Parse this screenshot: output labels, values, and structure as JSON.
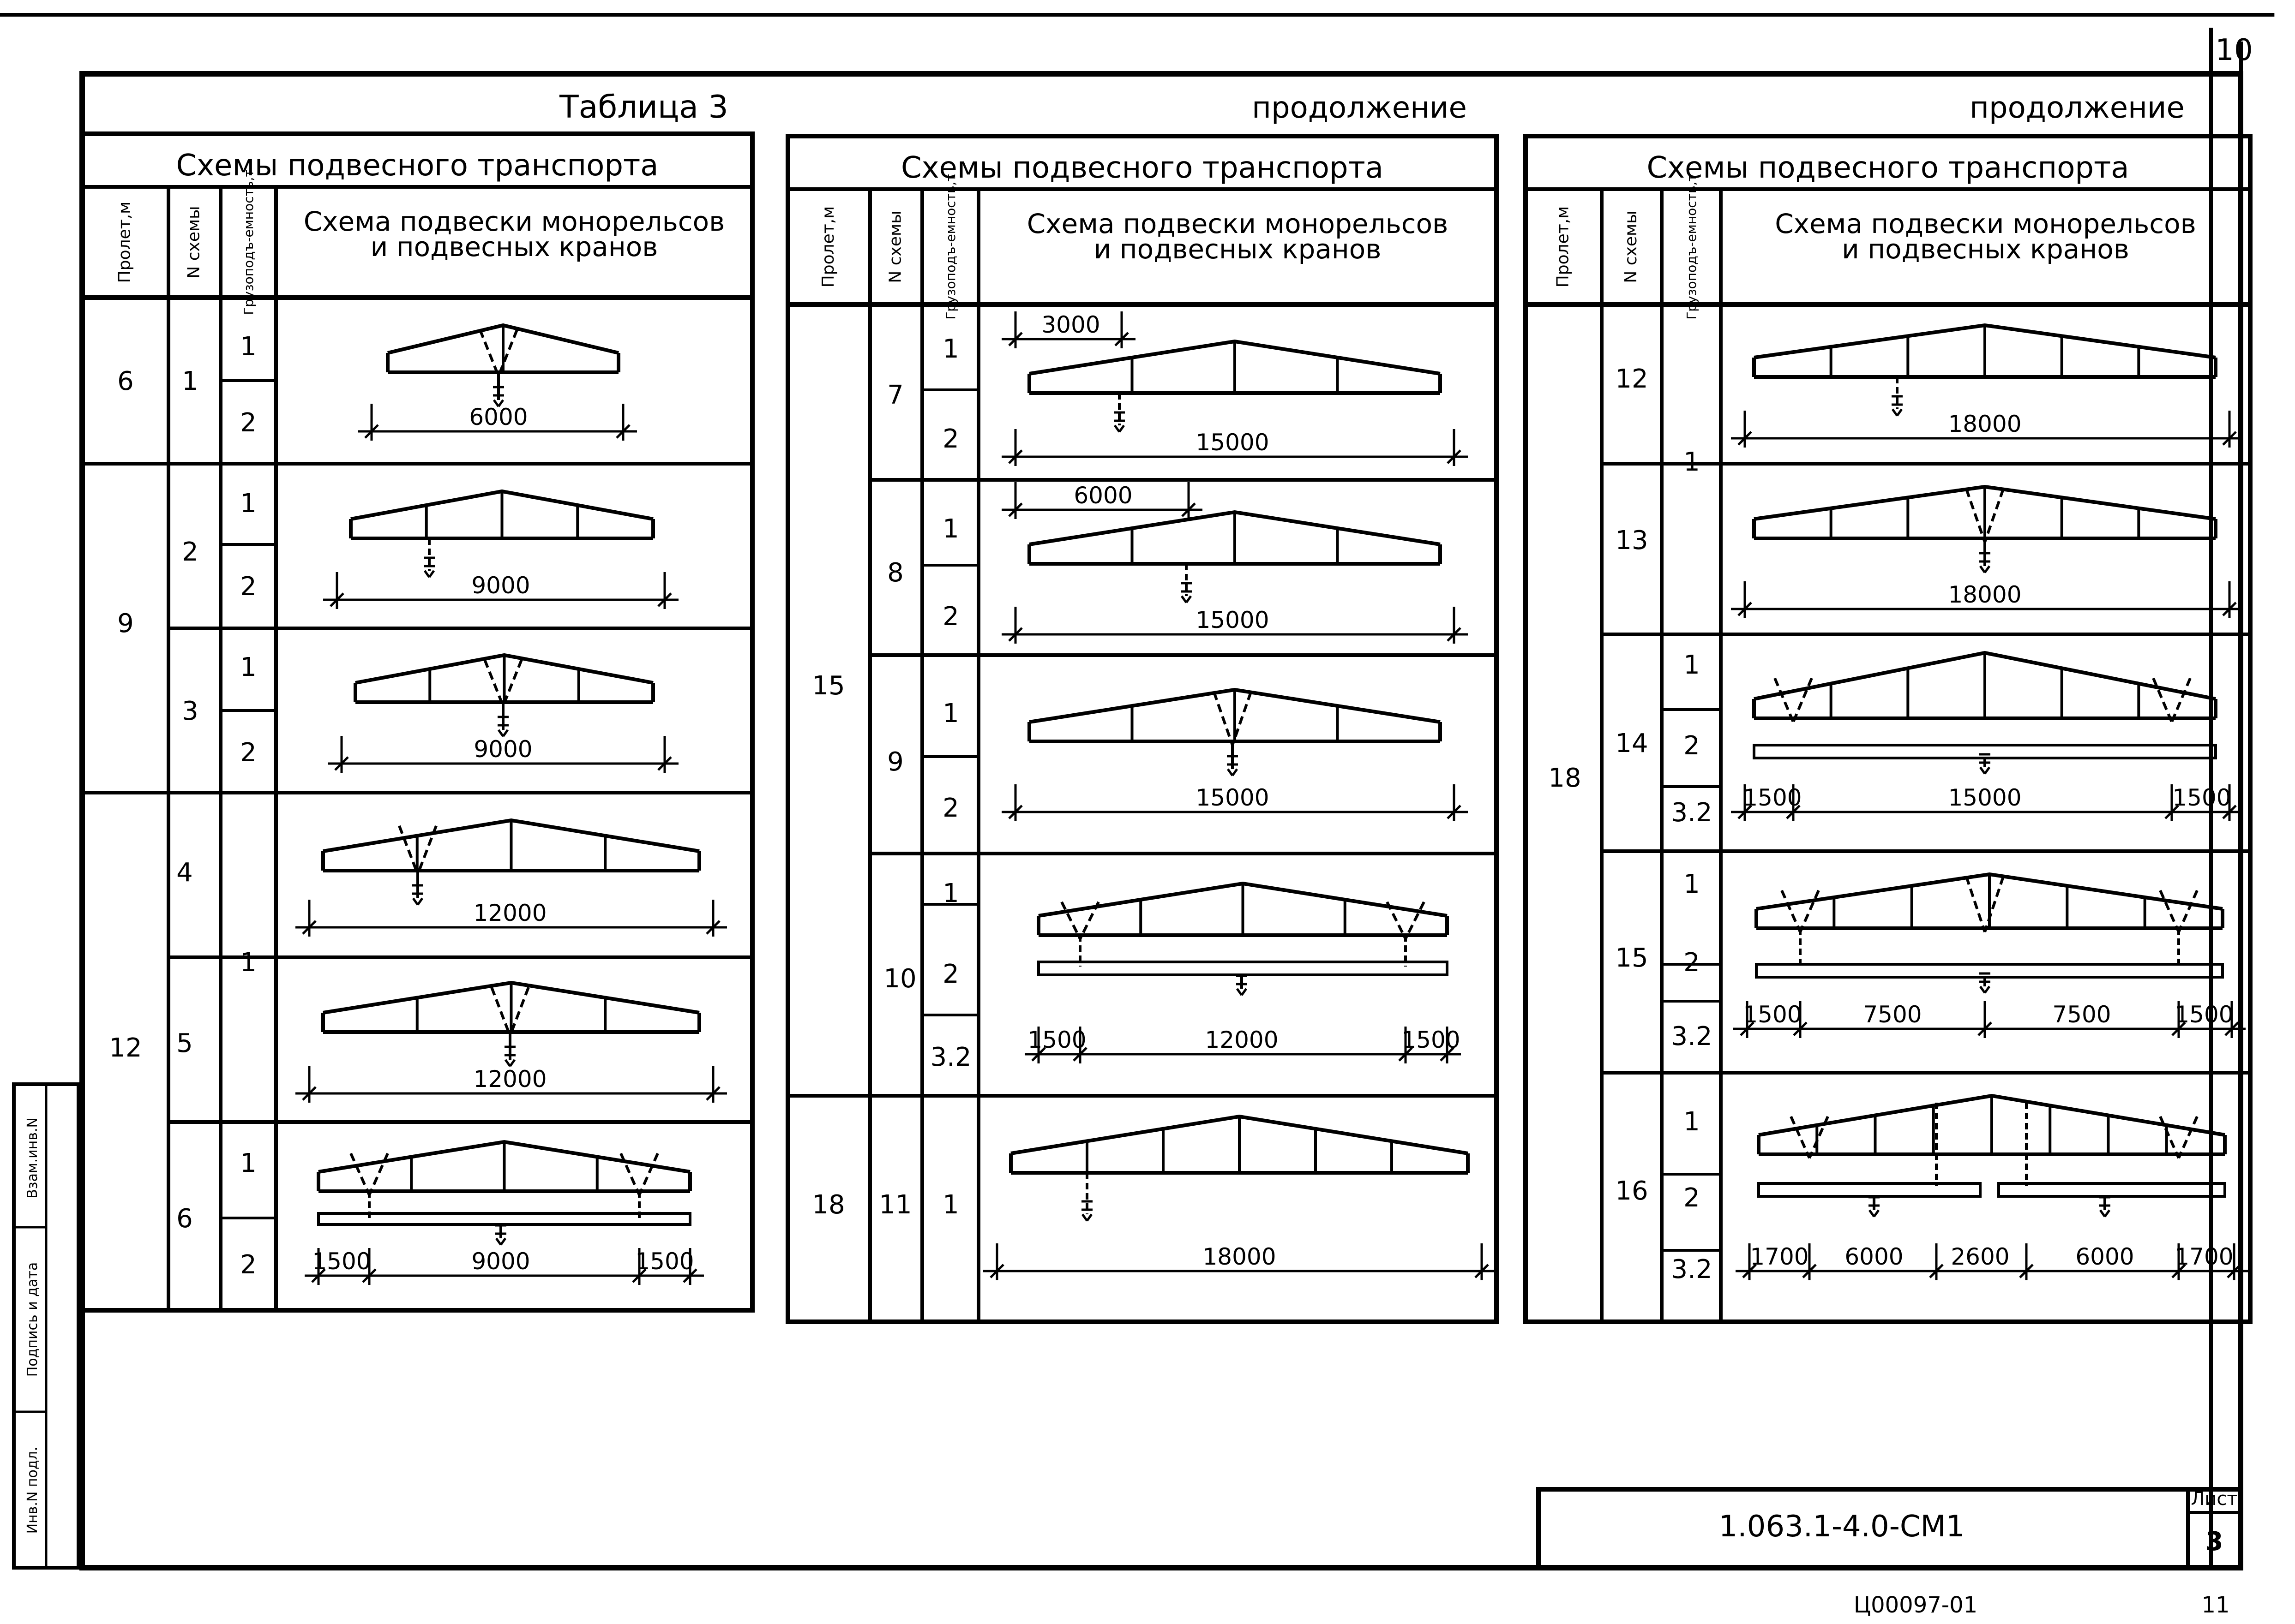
{
  "sheet": {
    "page_number": "10",
    "table_title": "Таблица 3",
    "continuation": "продолжение",
    "code": "1.063.1-4.0-CM1",
    "sheet_label": "Лист",
    "sheet_number": "3",
    "bottom_stamp": "Ц00097-01",
    "bottom_number": "11",
    "side_labels": [
      "Взам.инв.N",
      "Подпись и дата",
      "Инв.N подл."
    ]
  },
  "table": {
    "title": "Схемы подвесного транспорта",
    "headers": {
      "span": "Пролет,м",
      "scheme_no": "N схемы",
      "capacity": "Грузоподъ-емность,т",
      "scheme_line1": "Схема подвески монорельсов",
      "scheme_line2": "и подвесных кранов"
    }
  },
  "panel1": {
    "groups": [
      {
        "span": "6",
        "schemes": [
          {
            "no": "1",
            "capacities": [
              "1",
              "2"
            ],
            "dims": [
              "6000"
            ]
          }
        ]
      },
      {
        "span": "9",
        "schemes": [
          {
            "no": "2",
            "capacities": [
              "1",
              "2"
            ],
            "dims": [
              "9000"
            ]
          },
          {
            "no": "3",
            "capacities": [
              "1",
              "2"
            ],
            "dims": [
              "9000"
            ]
          }
        ]
      },
      {
        "span": "12",
        "schemes": [
          {
            "no": "4",
            "capacities": [
              "1"
            ],
            "dims": [
              "12000"
            ]
          },
          {
            "no": "5",
            "capacities": [],
            "dims": [
              "12000"
            ]
          },
          {
            "no": "6",
            "capacities": [
              "1",
              "2"
            ],
            "dims": [
              "1500",
              "9000",
              "1500"
            ]
          }
        ]
      }
    ]
  },
  "panel2": {
    "groups": [
      {
        "span": "15",
        "schemes": [
          {
            "no": "7",
            "capacities": [
              "1",
              "2"
            ],
            "dims": [
              "3000",
              "15000"
            ]
          },
          {
            "no": "8",
            "capacities": [
              "1",
              "2"
            ],
            "dims": [
              "6000",
              "15000"
            ]
          },
          {
            "no": "9",
            "capacities": [
              "1",
              "2"
            ],
            "dims": [
              "15000"
            ]
          },
          {
            "no": "10",
            "capacities": [
              "1",
              "2",
              "3.2"
            ],
            "dims": [
              "1500",
              "12000",
              "1500"
            ]
          }
        ]
      },
      {
        "span": "18",
        "schemes": [
          {
            "no": "11",
            "capacities": [
              "1"
            ],
            "dims": [
              "18000"
            ]
          }
        ]
      }
    ]
  },
  "panel3": {
    "groups": [
      {
        "span": "18",
        "schemes": [
          {
            "no": "12",
            "capacities": [
              "1"
            ],
            "dims": [
              "18000"
            ]
          },
          {
            "no": "13",
            "capacities": [],
            "dims": [
              "18000"
            ]
          },
          {
            "no": "14",
            "capacities": [
              "1",
              "2",
              "3.2"
            ],
            "dims": [
              "1500",
              "15000",
              "1500"
            ]
          },
          {
            "no": "15",
            "capacities": [
              "1",
              "2",
              "3.2"
            ],
            "dims": [
              "1500",
              "7500",
              "7500",
              "1500"
            ]
          },
          {
            "no": "16",
            "capacities": [
              "1",
              "2",
              "3.2"
            ],
            "dims": [
              "1700",
              "6000",
              "2600",
              "6000",
              "1700"
            ]
          }
        ]
      }
    ]
  }
}
